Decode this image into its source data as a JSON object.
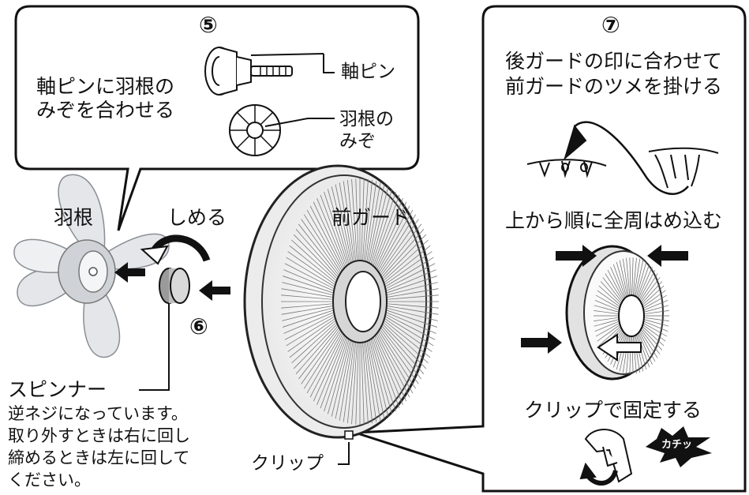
{
  "step5": {
    "number": "⑤",
    "instruction_line1": "軸ピンに羽根の",
    "instruction_line2": "みぞを合わせる",
    "shaft_pin_label": "軸ピン",
    "blade_groove_line1": "羽根の",
    "blade_groove_line2": "みぞ"
  },
  "step6": {
    "number": "⑥",
    "blade_label": "羽根",
    "tighten_label": "しめる",
    "spinner_label": "スピンナー",
    "note_lines": [
      "逆ネジになっています。",
      "取り外すときは右に回し",
      "締めるときは左に回して",
      "ください。"
    ]
  },
  "front_guard_label": "前ガード",
  "clip_label": "クリップ",
  "step7": {
    "number": "⑦",
    "instruction_line1": "後ガードの印に合わせて",
    "instruction_line2": "前ガードのツメを掛ける",
    "fit_instruction": "上から順に全周はめ込む",
    "clip_instruction": "クリップで固定する",
    "click_sound": "カチッ"
  },
  "icons": [
    "push-arrow-icon",
    "rotate-arrow-icon",
    "curved-arrow-icon"
  ],
  "colors": {
    "line": "#111111",
    "blade_fill": "#e4e6e9",
    "hub_fill": "#cfd2d6",
    "panel_bg": "#ffffff"
  }
}
